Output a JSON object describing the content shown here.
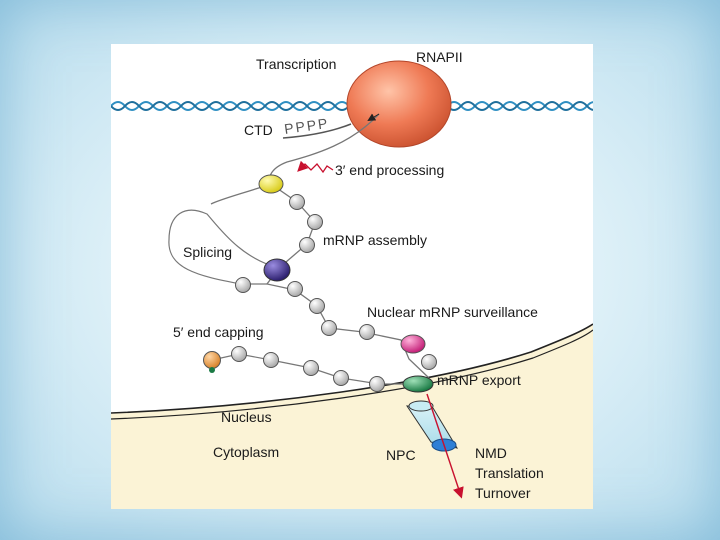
{
  "labels": {
    "transcription": "Transcription",
    "rnapii": "RNAPII",
    "ctd": "CTD",
    "ctd_phosphates": "PPPP",
    "three_prime_end": "3′ end processing",
    "mrnp_assembly": "mRNP assembly",
    "splicing": "Splicing",
    "nuclear_surveillance": "Nuclear mRNP surveillance",
    "five_prime_capping": "5′ end capping",
    "mrnp_export": "mRNP export",
    "nucleus": "Nucleus",
    "cytoplasm": "Cytoplasm",
    "npc": "NPC",
    "nmd": "NMD",
    "translation": "Translation",
    "turnover": "Turnover"
  },
  "colors": {
    "rnapii": "#ef7a55",
    "dna_helix": "#2f8fc2",
    "cytoplasm": "#fbf3d6",
    "bead": "#cfcfcf",
    "yellow_protein": "#f3ea4a",
    "purple_protein": "#4b3a9a",
    "pink_protein": "#e4469a",
    "green_protein": "#2e9a5e",
    "orange_cap": "#f0a14a",
    "npc_blue": "#2e7fd6",
    "arrow_red": "#c8102e"
  }
}
